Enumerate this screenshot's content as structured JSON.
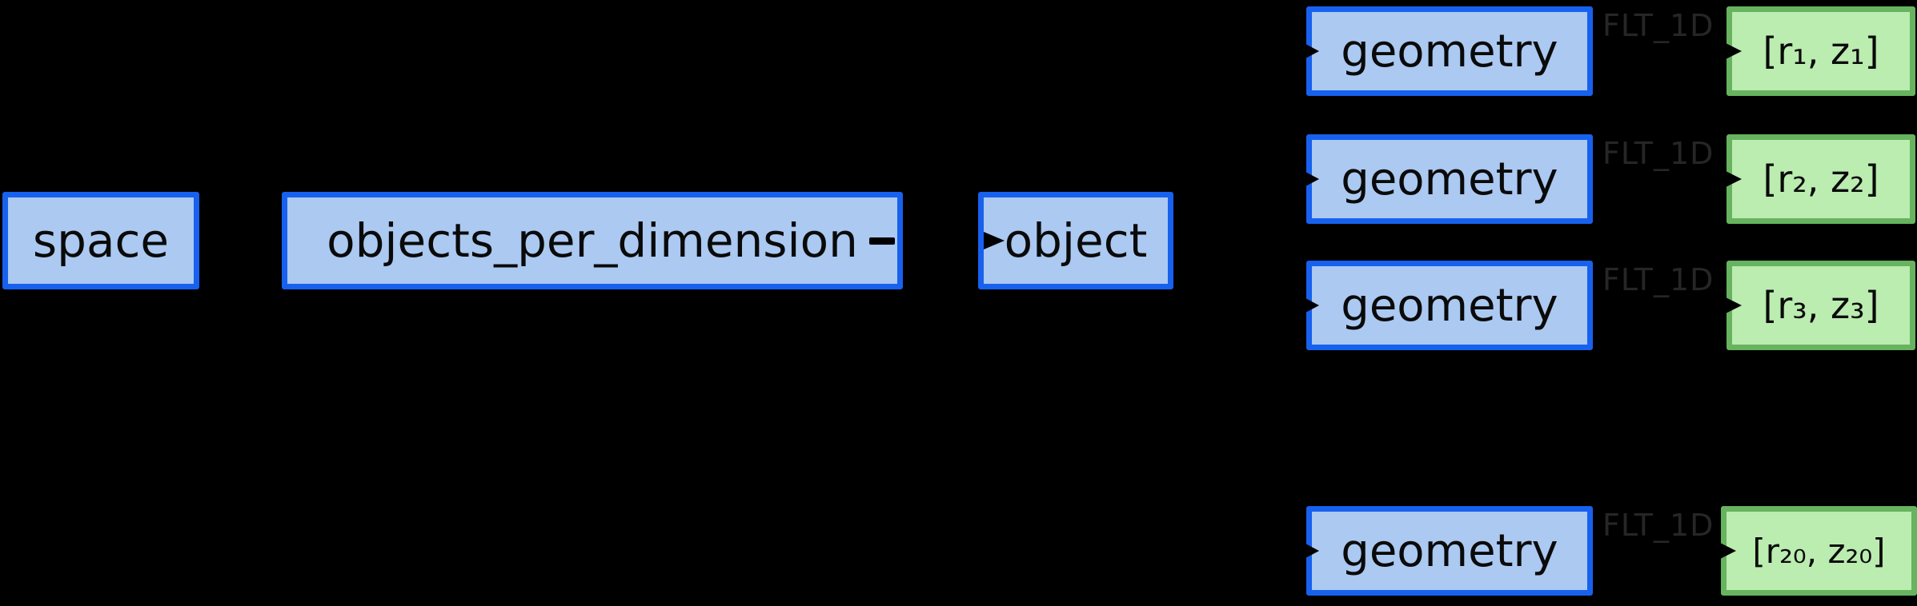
{
  "diagram": {
    "background": "#000000",
    "colors": {
      "node_border": "#1761ee",
      "node_fill": "#abc9f1",
      "leaf_border": "#67b35f",
      "leaf_fill": "#bbecb0",
      "edge_label_text": "#262626",
      "node_text": "#0a0a0a"
    },
    "nodes": {
      "root": {
        "label": "space"
      },
      "level2": {
        "label": "objects_per_dimension"
      },
      "level3": {
        "label": "object"
      }
    },
    "rows": [
      {
        "node": "geometry",
        "edge_label": "FLT_1D",
        "leaf": "[r₁, z₁]"
      },
      {
        "node": "geometry",
        "edge_label": "FLT_1D",
        "leaf": "[r₂, z₂]"
      },
      {
        "node": "geometry",
        "edge_label": "FLT_1D",
        "leaf": "[r₃, z₃]"
      },
      {
        "node": "geometry",
        "edge_label": "FLT_1D",
        "leaf": "[r₂₀, z₂₀]"
      }
    ]
  }
}
